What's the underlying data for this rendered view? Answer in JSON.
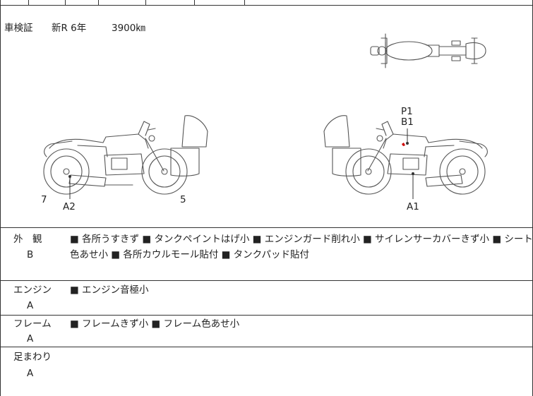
{
  "header": {
    "registration_label": "車検証",
    "registration_value": "新R 6年",
    "mileage": "3900㎞"
  },
  "markers": {
    "left_bike": [
      "7",
      "A2",
      "5"
    ],
    "right_bike": [
      "P1",
      "B1",
      "A1"
    ]
  },
  "colors": {
    "line": "#333333",
    "drawing": "#555555",
    "damage_mark": "#cc0000"
  },
  "sections": [
    {
      "label": "外　観",
      "grade": "B",
      "line1": "■ 各所うすきず ■ タンクペイントはげ小 ■ エンジンガード削れ小 ■ サイレンサーカバーきず小 ■ シート",
      "line2": "色あせ小 ■ 各所カウルモール貼付 ■ タンクパッド貼付"
    },
    {
      "label": "エンジン",
      "grade": "A",
      "line1": "■ エンジン音極小"
    },
    {
      "label": "フレーム",
      "grade": "A",
      "line1": "■ フレームきず小 ■ フレーム色あせ小"
    },
    {
      "label": "足まわり",
      "grade": "A",
      "line1": ""
    }
  ]
}
